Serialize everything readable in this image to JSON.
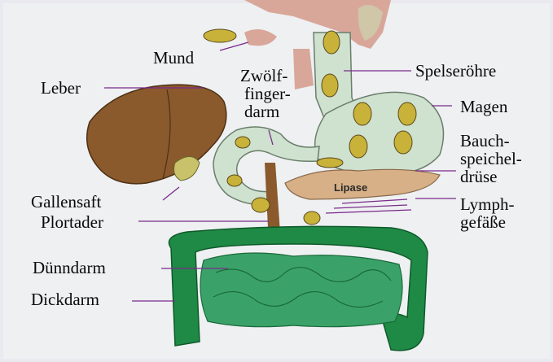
{
  "labels": {
    "mund": "Mund",
    "leber": "Leber",
    "zwoelf": [
      "Zwölf-",
      "finger-",
      "darm"
    ],
    "speiseroehre": "Spelseröhre",
    "magen": "Magen",
    "bauch": [
      "Bauch-",
      "speichel-",
      "drüse"
    ],
    "gallensaft": "Gallensaft",
    "pfortader": "Plortader",
    "lymph": [
      "Lymph-",
      "gefäße"
    ],
    "duenndarm": "Dünndarm",
    "dickdarm": "Dickdarm",
    "lipase": "Lipase"
  },
  "colors": {
    "background": "#e9e9ef",
    "liver": "#8a5a2c",
    "stomach": "#cfe1cf",
    "skin": "#d8a79a",
    "colon": "#1f8a45",
    "small_intestine": "#3aa268",
    "pancreas": "#d7b087",
    "food_particle": "#c8b23a",
    "label_line": "#7a2a8a"
  }
}
